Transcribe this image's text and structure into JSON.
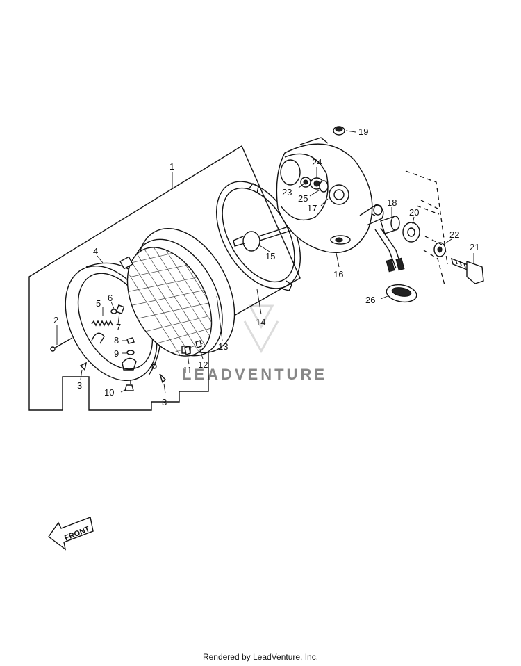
{
  "diagram": {
    "callouts": {
      "p1": "1",
      "p2": "2",
      "p3a": "3",
      "p3b": "3",
      "p4": "4",
      "p5": "5",
      "p6": "6",
      "p7": "7",
      "p8": "8",
      "p9": "9",
      "p10": "10",
      "p11": "11",
      "p12": "12",
      "p13": "13",
      "p14": "14",
      "p15": "15",
      "p16": "16",
      "p17": "17",
      "p18": "18",
      "p19": "19",
      "p20": "20",
      "p21": "21",
      "p22": "22",
      "p23": "23",
      "p24": "24",
      "p25": "25",
      "p26": "26"
    },
    "front_label": "FRONT",
    "watermark": "LEADVENTURE"
  },
  "footer": {
    "text": "Rendered by LeadVenture, Inc."
  },
  "colors": {
    "ink": "#111111",
    "watermark": "#cfcfcf",
    "background": "#ffffff"
  }
}
